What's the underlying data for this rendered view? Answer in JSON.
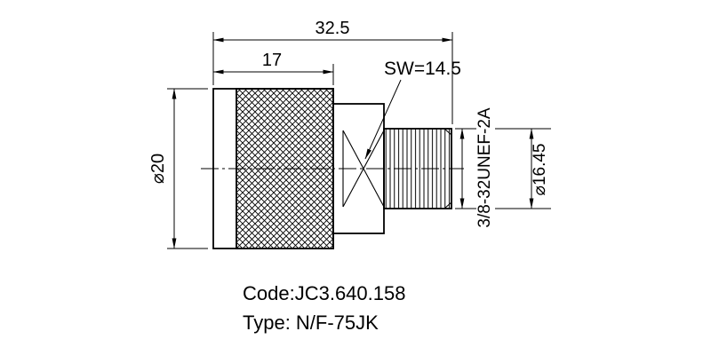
{
  "drawing": {
    "title_hint": "coaxial-adapter-technical-drawing",
    "dim_overall": "32.5",
    "dim_knurl": "17",
    "dim_wrench": "SW=14.5",
    "dim_body_dia": "⌀20",
    "thread_spec": "3/8-32UNEF-2A",
    "dim_thread_dia": "⌀16.45",
    "code": "Code:JC3.640.158",
    "type": "Type: N/F-75JK",
    "colors": {
      "line": "#000000",
      "background": "#ffffff"
    }
  }
}
